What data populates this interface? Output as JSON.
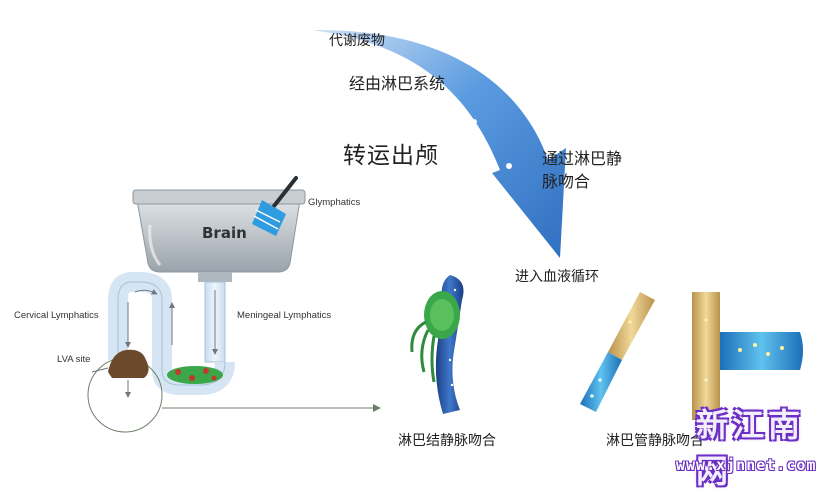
{
  "labels": {
    "metabolic_waste": "代谢废物",
    "via_lymphatic": "经由淋巴系统",
    "transport_out": "转运出颅",
    "via_lva_line1": "通过淋巴静",
    "via_lva_line2": "脉吻合",
    "enter_blood": "进入血液循环",
    "glymphatics": "Glymphatics",
    "brain": "Brain",
    "cervical": "Cervical Lymphatics",
    "meningeal": "Meningeal Lymphatics",
    "lva_site": "LVA site",
    "lymph_node_lva": "淋巴结静脉吻合",
    "lymph_vessel_lva": "淋巴管静脉吻合"
  },
  "watermark": {
    "site_name": "新江南网",
    "url": "www.xjnnet.com"
  },
  "colors": {
    "arrow_blue": "#3f86d6",
    "sink_gray": "#b9c0c6",
    "pipe_light": "#dde9f5",
    "vein_blue": "#1f4f9e",
    "lymph_green": "#3aa84a",
    "vessel_gold": "#d9b56a",
    "watermark_purple": "#6b2fc4"
  }
}
